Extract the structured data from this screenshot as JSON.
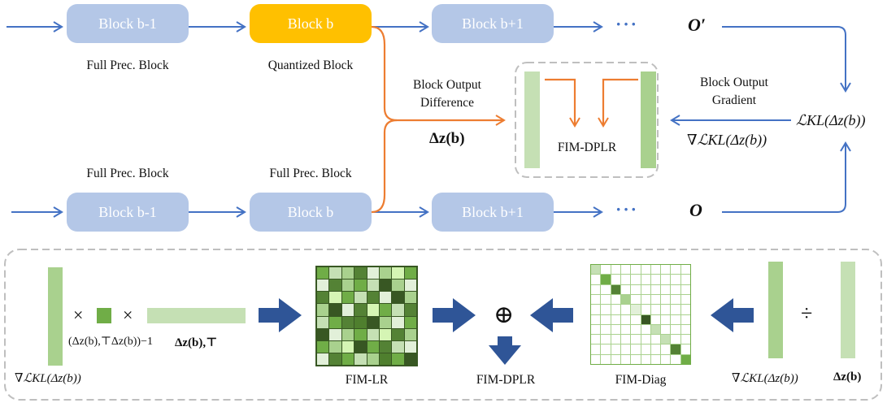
{
  "top_row": {
    "block_prev": "Block b-1",
    "block_cur": "Block b",
    "block_next": "Block b+1",
    "label_prev": "Full Prec. Block",
    "label_cur": "Quantized Block",
    "dots": "···",
    "output": "O′"
  },
  "bottom_row": {
    "block_prev": "Block b-1",
    "block_cur": "Block b",
    "block_next": "Block b+1",
    "label_prev": "Full Prec. Block",
    "label_cur": "Full Prec. Block",
    "dots": "···",
    "output": "O"
  },
  "middle": {
    "diff_label_1": "Block Output",
    "diff_label_2": "Difference",
    "grad_label_1": "Block Output",
    "grad_label_2": "Gradient",
    "delta_z": "Δz(b)",
    "kl_loss": "ℒKL(Δz(b))",
    "grad_kl": "∇ℒKL(Δz(b))",
    "fim_dplr": "FIM-DPLR"
  },
  "bottom_panel": {
    "times": "×",
    "inverse_term": "(Δz(b),⊤Δz(b))−1",
    "delta_z_T": "Δz(b),⊤",
    "grad_kl": "∇ℒKL(Δz(b))",
    "fim_lr": "FIM-LR",
    "oplus": "⊕",
    "fim_dplr": "FIM-DPLR",
    "fim_diag": "FIM-Diag",
    "divide": "÷",
    "grad_kl_right": "∇ℒKL(Δz(b))",
    "delta_z_right": "Δz(b)"
  },
  "colors": {
    "blue_arrow": "#4472c4",
    "orange_arrow": "#ed7d31",
    "block_fill": "#b4c7e7",
    "quant_block_fill": "#ffc000",
    "green_dark": "#a9d18e",
    "green_light": "#c5e0b4",
    "fat_arrow": "#2f5597"
  }
}
